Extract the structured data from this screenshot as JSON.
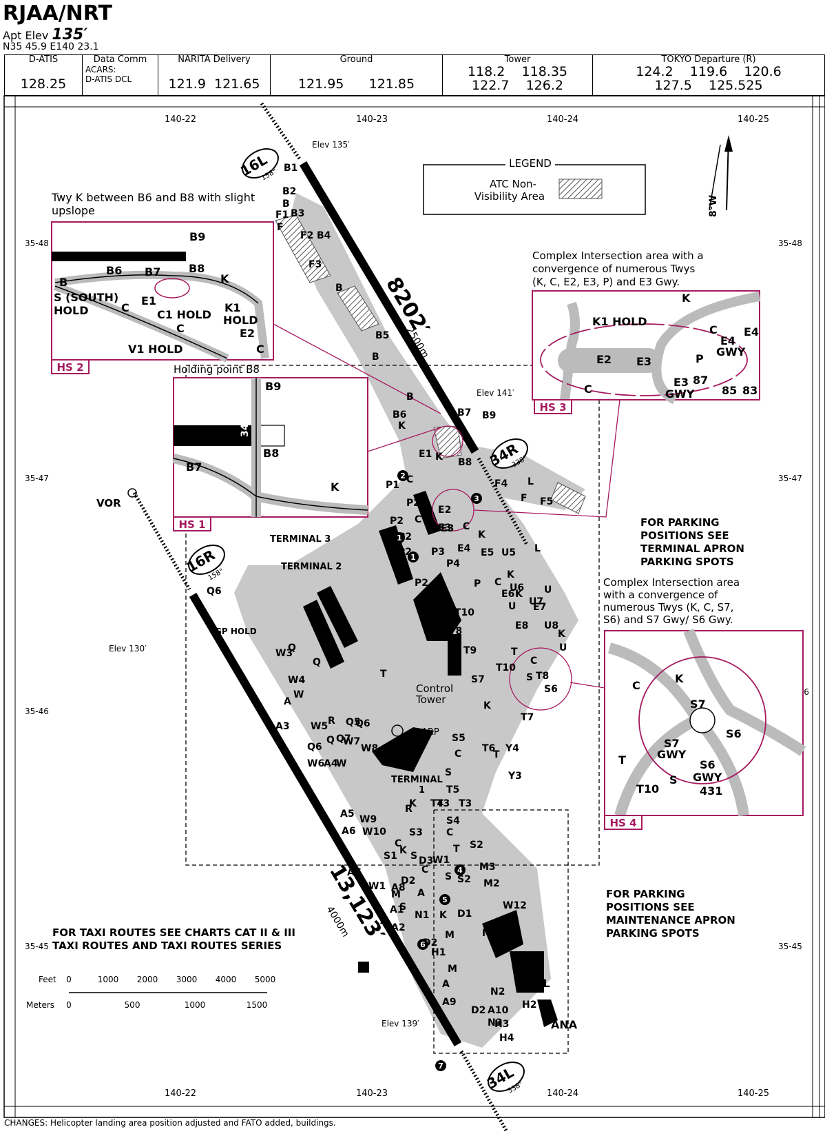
{
  "header": {
    "airport_id": "RJAA/NRT",
    "elev_label": "Apt Elev",
    "elev_value": "135′",
    "coords": "N35 45.9 E140 23.1"
  },
  "frequencies": [
    {
      "title": "D-ATIS",
      "lines": [
        "128.25"
      ]
    },
    {
      "title": "Data Comm",
      "lines": [
        "ACARS:",
        "D-ATIS DCL"
      ]
    },
    {
      "title": "NARITA Delivery",
      "lines": [
        "121.9  121.65"
      ]
    },
    {
      "title": "Ground",
      "lines": [
        "121.95      121.85"
      ]
    },
    {
      "title": "Tower",
      "lines": [
        "118.2    118.35",
        "122.7    126.2"
      ]
    },
    {
      "title": "TOKYO Departure (R)",
      "lines": [
        "124.2    119.6    120.6",
        "127.5    125.525"
      ]
    }
  ],
  "grid": {
    "longitudes": [
      "140-22",
      "140-23",
      "140-24",
      "140-25"
    ],
    "latitudes": [
      "35-48",
      "35-47",
      "35-46",
      "35-45"
    ]
  },
  "runways": {
    "r16L": "16L",
    "r16L_hdg": "158°",
    "r34R": "34R",
    "r34R_hdg": "338°",
    "r16R": "16R",
    "r16R_hdg": "158°",
    "r34L": "34L",
    "r34L_hdg": "338°",
    "len_a": "8202′",
    "len_a_m": "2500m",
    "len_b": "13,123′",
    "len_b_m": "4000m"
  },
  "elevations": [
    "Elev 135′",
    "Elev 141′",
    "Elev 130′",
    "Elev 139′"
  ],
  "magvar": "8°W",
  "legend": {
    "title": "LEGEND",
    "line1": "ATC  Non-",
    "line2": "Visibility Area"
  },
  "hotspots": {
    "hs1": {
      "label": "HS 1",
      "title": "Holding point B8",
      "taxiways": [
        "B9",
        "B8",
        "B7",
        "K"
      ],
      "rwy": "34R"
    },
    "hs2": {
      "label": "HS 2",
      "title_1": "Twy K between B6 and B8 with slight",
      "title_2": "upslope",
      "texts": [
        "B9",
        "B8",
        "B6",
        "B7",
        "K",
        "E1",
        "B",
        "C",
        "C",
        "C",
        "V1 HOLD",
        "K1",
        "HOLD",
        "E2"
      ],
      "s_hold_1": "S (SOUTH)",
      "s_hold_2": "HOLD",
      "c1_hold": "C1 HOLD"
    },
    "hs3": {
      "label": "HS 3",
      "title_1": "Complex Intersection area with a",
      "title_2": "convergence of numerous Twys",
      "title_3": "(K, C, E2, E3, P) and E3 Gwy.",
      "texts": [
        "K",
        "K1 HOLD",
        "E2",
        "E3",
        "C",
        "P",
        "GWY",
        "E4",
        "E4",
        "E3",
        "GWY",
        "87",
        "85",
        "83",
        "C"
      ]
    },
    "hs4": {
      "label": "HS 4",
      "title_1": "Complex Intersection area",
      "title_2": "with a convergence of",
      "title_3": "numerous Twys (K, C, S7,",
      "title_4": "S6) and S7 Gwy/ S6 Gwy.",
      "texts": [
        "C",
        "K",
        "S7",
        "S6",
        "S7",
        "GWY",
        "S6",
        "GWY",
        "T",
        "T10",
        "S",
        "431"
      ]
    }
  },
  "notes": {
    "terminal_parking_1": "FOR PARKING",
    "terminal_parking_2": "POSITIONS SEE",
    "terminal_parking_3": "TERMINAL APRON",
    "terminal_parking_4": "PARKING SPOTS",
    "maint_parking_1": "FOR PARKING",
    "maint_parking_2": "POSITIONS SEE",
    "maint_parking_3": "MAINTENANCE APRON",
    "maint_parking_4": "PARKING SPOTS",
    "taxi_1": "FOR TAXI ROUTES SEE CHARTS CAT II & III",
    "taxi_2": "TAXI ROUTES AND TAXI ROUTES SERIES"
  },
  "facilities": {
    "terminal3": "TERMINAL 3",
    "terminal2": "TERMINAL 2",
    "terminal1_a": "TERMINAL",
    "terminal1_b": "1",
    "control_tower_1": "Control",
    "control_tower_2": "Tower",
    "arp": "ARP",
    "vor": "VOR",
    "jal": "JAL",
    "ana": "ANA"
  },
  "scale": {
    "feet_label": "Feet",
    "meters_label": "Meters",
    "feet_ticks": [
      "0",
      "1000",
      "2000",
      "3000",
      "4000",
      "5000"
    ],
    "meter_ticks": [
      "0",
      "500",
      "1000",
      "1500"
    ]
  },
  "taxiway_labels": [
    "B1",
    "B2",
    "B",
    "F1",
    "B3",
    "F",
    "F2",
    "B4",
    "F3",
    "B",
    "B5",
    "B",
    "B",
    "B6",
    "K",
    "B7",
    "B9",
    "E1",
    "K",
    "B8",
    "C",
    "P1",
    "F4",
    "L",
    "F",
    "F5",
    "P2",
    "P2",
    "C",
    "E2",
    "E3",
    "C",
    "K",
    "P2",
    "P2",
    "E3",
    "E4",
    "P3",
    "P4",
    "E5",
    "U5",
    "L",
    "P2",
    "P",
    "C",
    "K",
    "U6",
    "U",
    "E6",
    "K",
    "U7",
    "U",
    "E7",
    "T10",
    "T8",
    "E8",
    "U8",
    "K",
    "U",
    "T9",
    "T",
    "C",
    "T10",
    "S",
    "S7",
    "T8",
    "S6",
    "K",
    "T7",
    "S5",
    "T6",
    "Y4",
    "C",
    "T",
    "S",
    "Y3",
    "T5",
    "K",
    "T4",
    "T3",
    "T3",
    "S4",
    "C",
    "S3",
    "T",
    "S2",
    "C",
    "K",
    "M3",
    "S1",
    "S",
    "D3",
    "W1",
    "C",
    "S",
    "S2",
    "M2",
    "D2",
    "M",
    "S",
    "A",
    "W12",
    "N1",
    "K",
    "D1",
    "M1",
    "M",
    "D2",
    "H1",
    "M",
    "A",
    "N2",
    "A9",
    "H2",
    "D2",
    "A10",
    "H3",
    "N3",
    "H4",
    "Q",
    "W3",
    "Q",
    "W4",
    "W",
    "A",
    "A3",
    "W5",
    "R",
    "Q5",
    "Q6",
    "Q",
    "Q7",
    "Q6",
    "W6",
    "A4",
    "W",
    "W7",
    "W8",
    "R",
    "A5",
    "W9",
    "A6",
    "W10",
    "A7",
    "W1",
    "A8",
    "A",
    "A1",
    "A2",
    "Q6",
    "GP HOLD",
    "T"
  ],
  "hotspot_markers": [
    "1",
    "1",
    "2",
    "3",
    "4",
    "5",
    "6",
    "7"
  ],
  "changes": "CHANGES: Helicopter landing area position adjusted and FATO added, buildings."
}
